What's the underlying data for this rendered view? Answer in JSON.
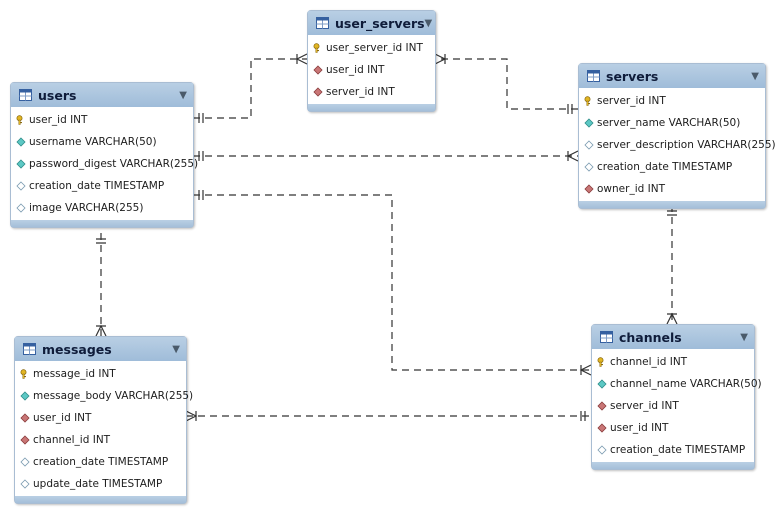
{
  "tables": {
    "users": {
      "name": "users",
      "columns": [
        {
          "text": "user_id INT",
          "key": "pk"
        },
        {
          "text": "username VARCHAR(50)",
          "key": "nn"
        },
        {
          "text": "password_digest VARCHAR(255)",
          "key": "nn"
        },
        {
          "text": "creation_date TIMESTAMP",
          "key": "null"
        },
        {
          "text": "image VARCHAR(255)",
          "key": "null"
        }
      ]
    },
    "user_servers": {
      "name": "user_servers",
      "columns": [
        {
          "text": "user_server_id INT",
          "key": "pk"
        },
        {
          "text": "user_id INT",
          "key": "fk"
        },
        {
          "text": "server_id INT",
          "key": "fk"
        }
      ]
    },
    "servers": {
      "name": "servers",
      "columns": [
        {
          "text": "server_id INT",
          "key": "pk"
        },
        {
          "text": "server_name VARCHAR(50)",
          "key": "nn"
        },
        {
          "text": "server_description VARCHAR(255)",
          "key": "null"
        },
        {
          "text": "creation_date TIMESTAMP",
          "key": "null"
        },
        {
          "text": "owner_id INT",
          "key": "fk"
        }
      ]
    },
    "messages": {
      "name": "messages",
      "columns": [
        {
          "text": "message_id INT",
          "key": "pk"
        },
        {
          "text": "message_body VARCHAR(255)",
          "key": "nn"
        },
        {
          "text": "user_id INT",
          "key": "fk"
        },
        {
          "text": "channel_id INT",
          "key": "fk"
        },
        {
          "text": "creation_date TIMESTAMP",
          "key": "null"
        },
        {
          "text": "update_date TIMESTAMP",
          "key": "null"
        }
      ]
    },
    "channels": {
      "name": "channels",
      "columns": [
        {
          "text": "channel_id INT",
          "key": "pk"
        },
        {
          "text": "channel_name VARCHAR(50)",
          "key": "nn"
        },
        {
          "text": "server_id INT",
          "key": "fk"
        },
        {
          "text": "user_id INT",
          "key": "fk"
        },
        {
          "text": "creation_date TIMESTAMP",
          "key": "null"
        }
      ]
    }
  },
  "relationships": [
    {
      "from": "users",
      "to": "user_servers",
      "type": "one-to-many"
    },
    {
      "from": "servers",
      "to": "user_servers",
      "type": "one-to-many"
    },
    {
      "from": "users",
      "to": "servers",
      "type": "one-to-many"
    },
    {
      "from": "users",
      "to": "messages",
      "type": "one-to-many"
    },
    {
      "from": "users",
      "to": "channels",
      "type": "one-to-many"
    },
    {
      "from": "servers",
      "to": "channels",
      "type": "one-to-many"
    },
    {
      "from": "channels",
      "to": "messages",
      "type": "one-to-many"
    }
  ],
  "colors": {
    "header": "#a9c3dd",
    "border": "#a9bdd3",
    "pk_key": "#e2b623",
    "fk_diamond": "#c97676",
    "nn_diamond": "#5cc8c4",
    "null_diamond": "#ffffff",
    "connector": "#333333"
  },
  "icons": {
    "table": "table-grid-icon",
    "collapse": "triangle-down-icon",
    "pk": "key-icon",
    "fk": "red-diamond-icon",
    "nn": "teal-diamond-icon",
    "null": "hollow-diamond-icon"
  }
}
